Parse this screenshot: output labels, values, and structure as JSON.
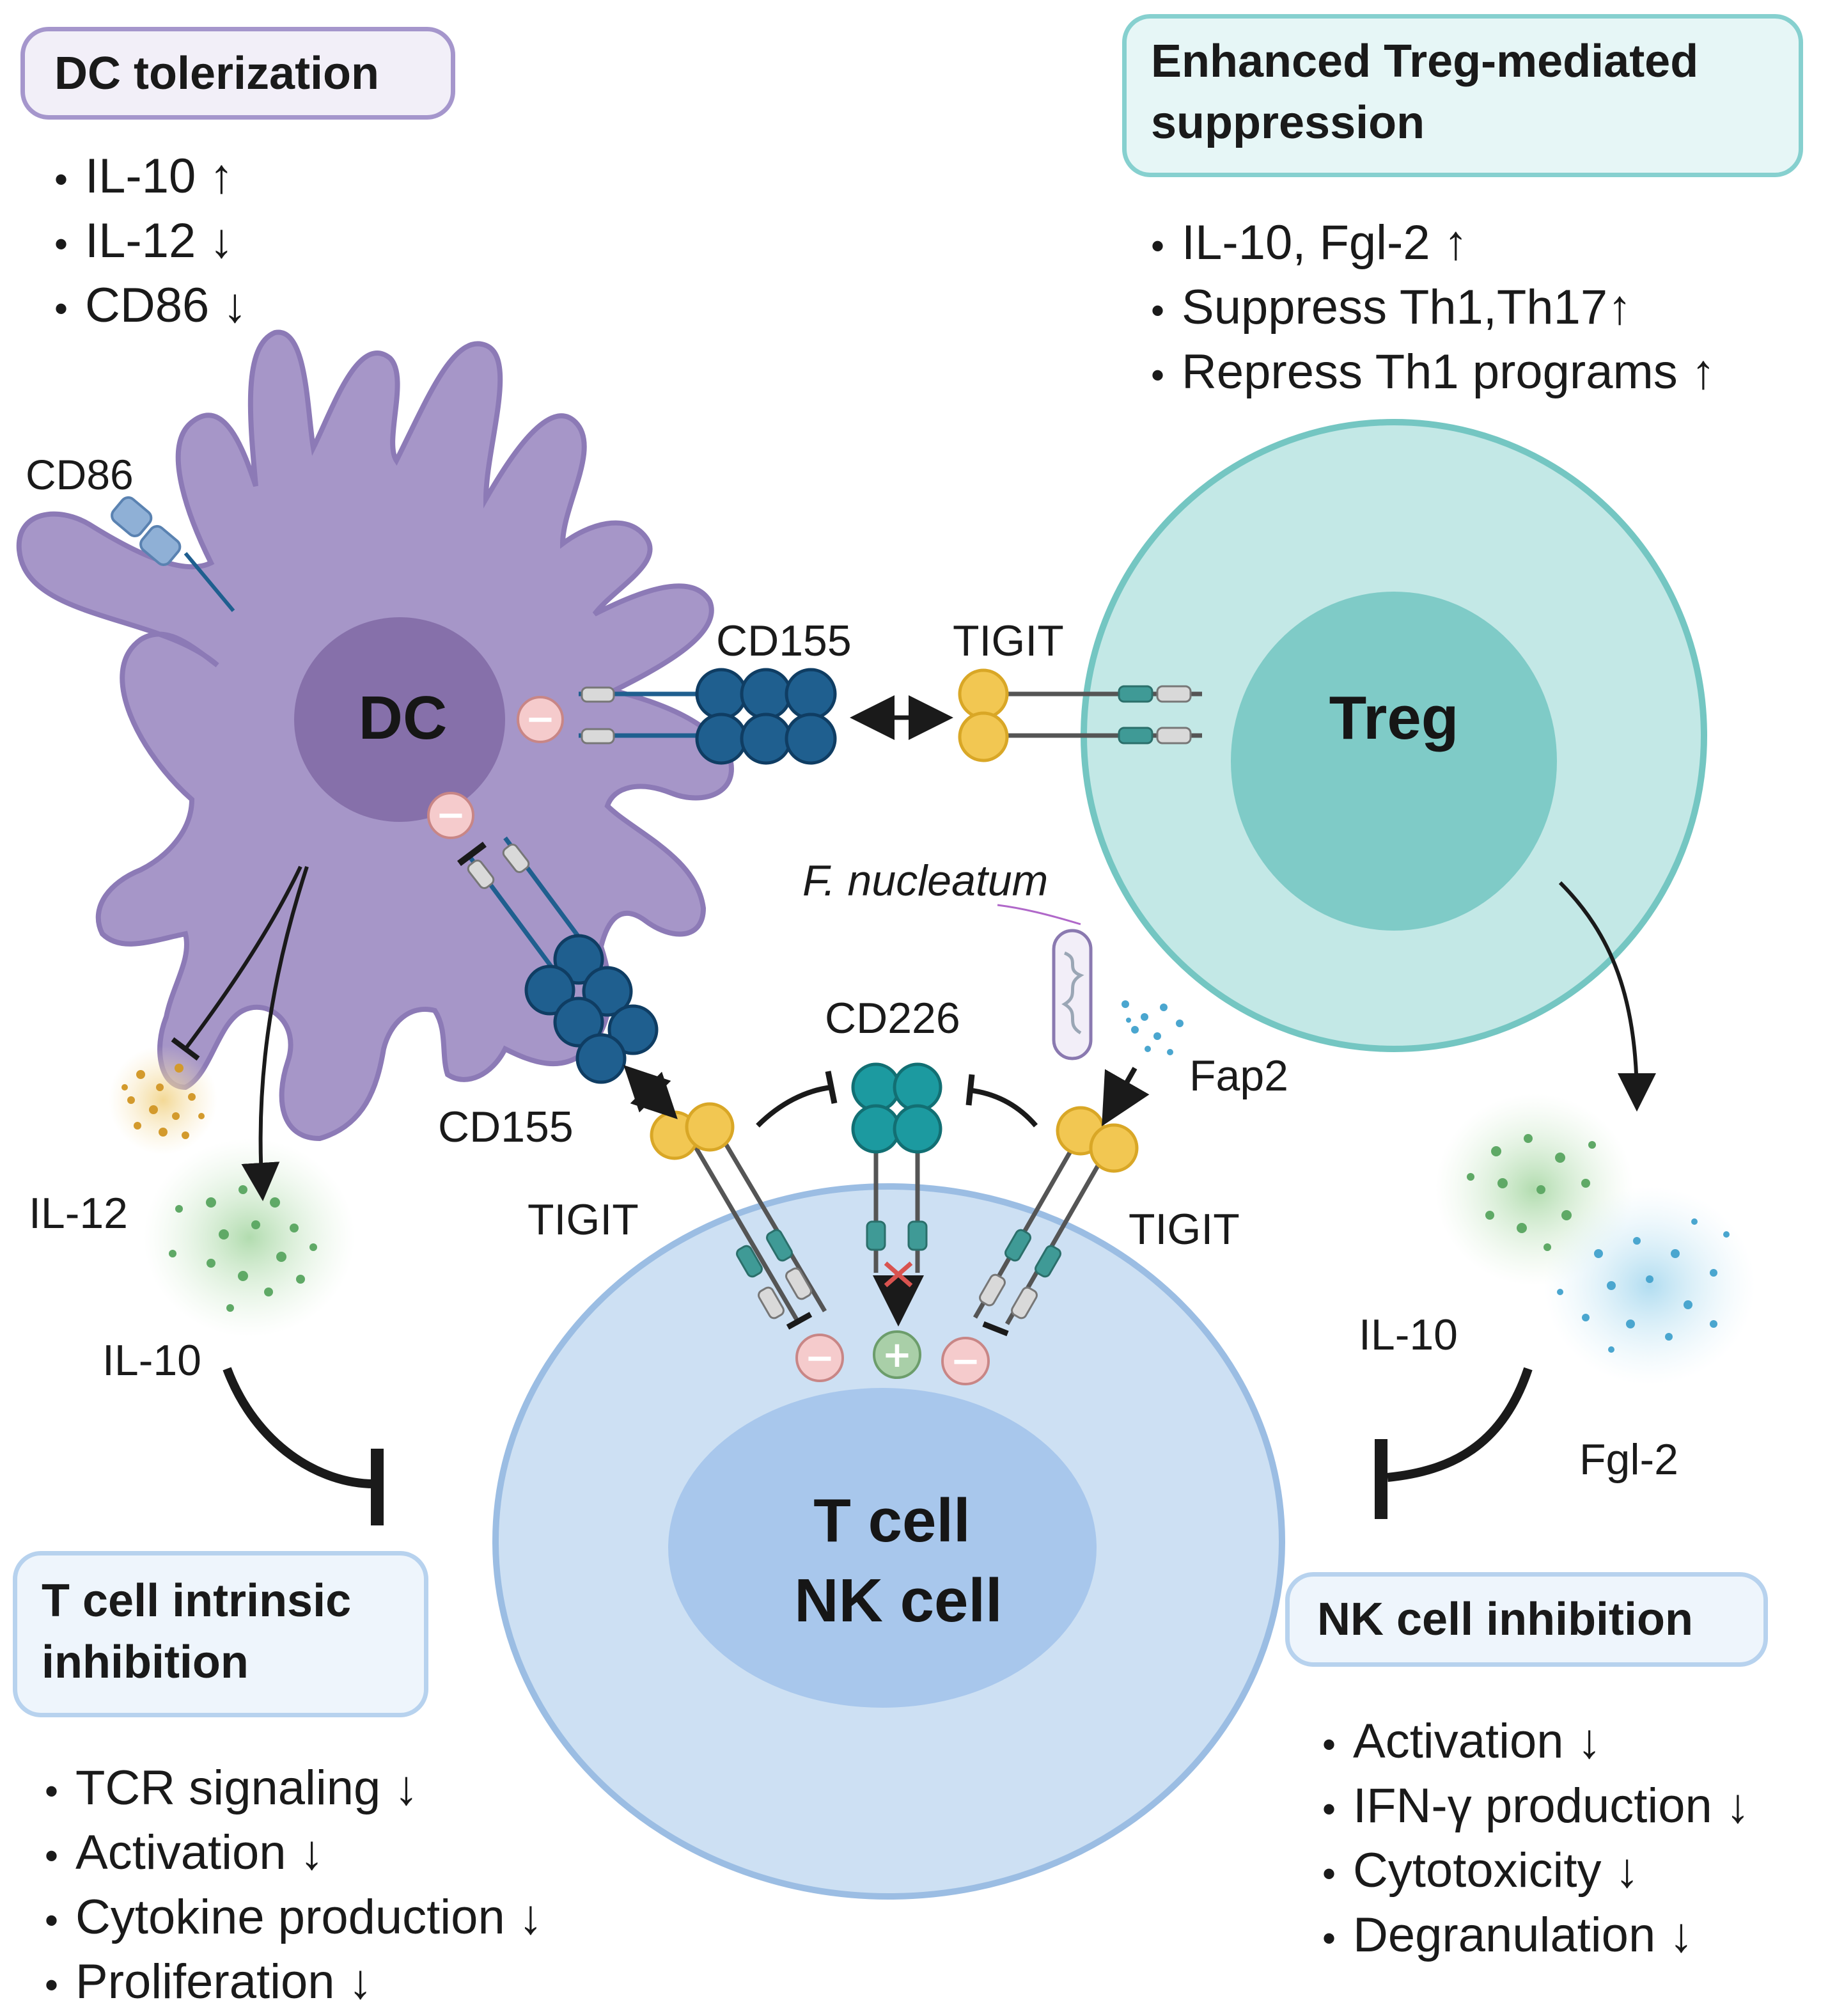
{
  "panels": {
    "dc_tolerization": {
      "title": "DC tolerization",
      "items": [
        "IL-10 ↑",
        "IL-12 ↓",
        "CD86 ↓"
      ],
      "color": "#a596cc",
      "fill": "#f2eff8"
    },
    "treg_suppression": {
      "title": "Enhanced Treg-mediated suppression",
      "items": [
        "IL-10, Fgl-2 ↑",
        "Suppress Th1,Th17↑",
        "Repress Th1 programs ↑"
      ],
      "color": "#86d0cf",
      "fill": "#e6f6f6"
    },
    "t_cell_inhibition": {
      "title": "T cell intrinsic inhibition",
      "items": [
        "TCR signaling ↓",
        "Activation ↓",
        "Cytokine production ↓",
        "Proliferation ↓"
      ],
      "color": "#b7d2ee",
      "fill": "#eef5fc"
    },
    "nk_inhibition": {
      "title": "NK cell inhibition",
      "items": [
        "Activation ↓",
        "IFN-γ production ↓",
        "Cytotoxicity ↓",
        "Degranulation ↓"
      ],
      "color": "#b7d2ee",
      "fill": "#eef5fc"
    }
  },
  "cells": {
    "dc": "DC",
    "treg": "Treg",
    "effector_line1": "T cell",
    "effector_line2": "NK cell"
  },
  "labels": {
    "cd86": "CD86",
    "cd155_top": "CD155",
    "tigit_top": "TIGIT",
    "bacterium": "F. nucleatum",
    "cd226": "CD226",
    "fap2": "Fap2",
    "cd155_left": "CD155",
    "tigit_left": "TIGIT",
    "tigit_right": "TIGIT",
    "il12": "IL-12",
    "il10_left": "IL-10",
    "il10_right": "IL-10",
    "fgl2": "Fgl-2"
  },
  "signs": {
    "minus": "−",
    "plus": "+"
  },
  "colors": {
    "dc_cell": "#a696c8",
    "dc_nucleus": "#8670aa",
    "treg_cell": "#c3e8e6",
    "treg_nucleus": "#7fcbc7",
    "effector_cell": "#cde0f3",
    "effector_nucleus": "#a8c7ec",
    "cd155": "#1f5f8f",
    "tigit": "#f2c752",
    "cd226": "#1c9aa0",
    "il12": "#d39a2c",
    "il10": "#5fa966",
    "fgl2": "#4aa6cf"
  }
}
